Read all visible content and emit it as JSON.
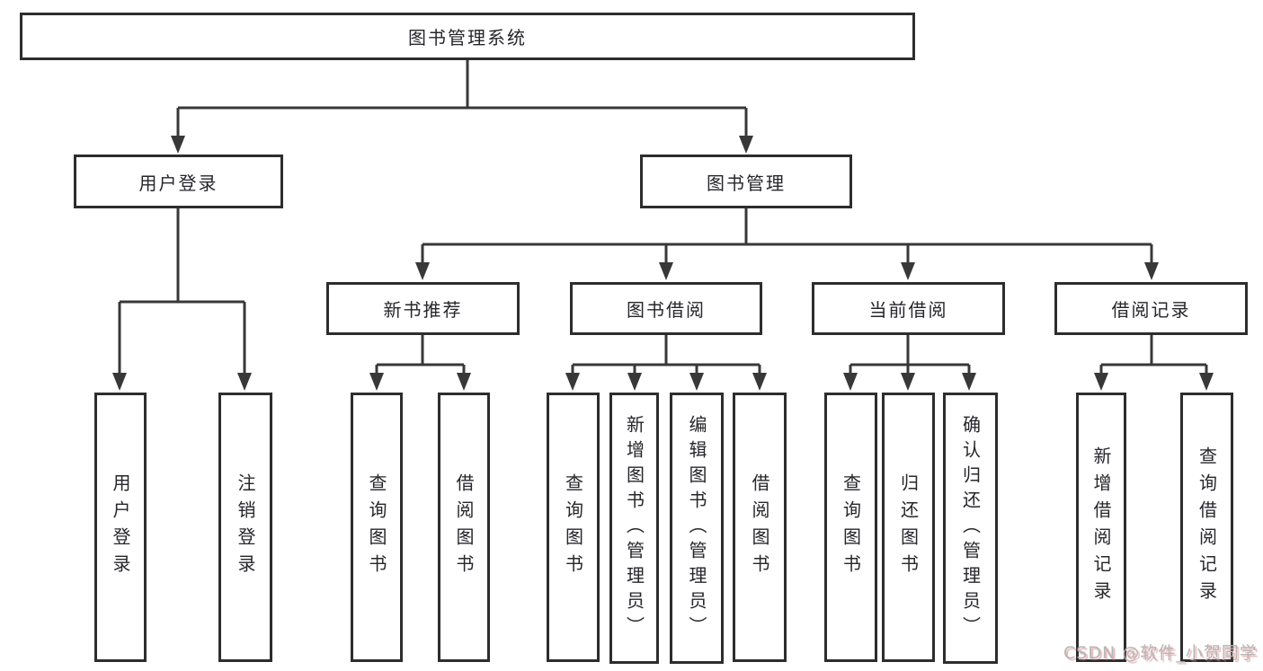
{
  "tree": {
    "label": "图书管理系统",
    "children": [
      {
        "label": "用户登录",
        "children": [
          {
            "label": "用户登录"
          },
          {
            "label": "注销登录"
          }
        ]
      },
      {
        "label": "图书管理",
        "children": [
          {
            "label": "新书推荐",
            "children": [
              {
                "label": "查询图书"
              },
              {
                "label": "借阅图书"
              }
            ]
          },
          {
            "label": "图书借阅",
            "children": [
              {
                "label": "查询图书"
              },
              {
                "label": "新增图书（管理员）"
              },
              {
                "label": "编辑图书（管理员）"
              },
              {
                "label": "借阅图书"
              }
            ]
          },
          {
            "label": "当前借阅",
            "children": [
              {
                "label": "查询图书"
              },
              {
                "label": "归还图书"
              },
              {
                "label": "确认归还（管理员）"
              }
            ]
          },
          {
            "label": "借阅记录",
            "children": [
              {
                "label": "新增借阅记录"
              },
              {
                "label": "查询借阅记录"
              }
            ]
          }
        ]
      }
    ]
  },
  "watermark": {
    "text": "CSDN @软件_小贺同学"
  },
  "colors": {
    "line": "#383838",
    "box_border": "#2d2d2d",
    "text": "#26262b",
    "background": "#ffffff",
    "watermark_gray": "#b5b5b5",
    "watermark_red": "#d87474"
  }
}
